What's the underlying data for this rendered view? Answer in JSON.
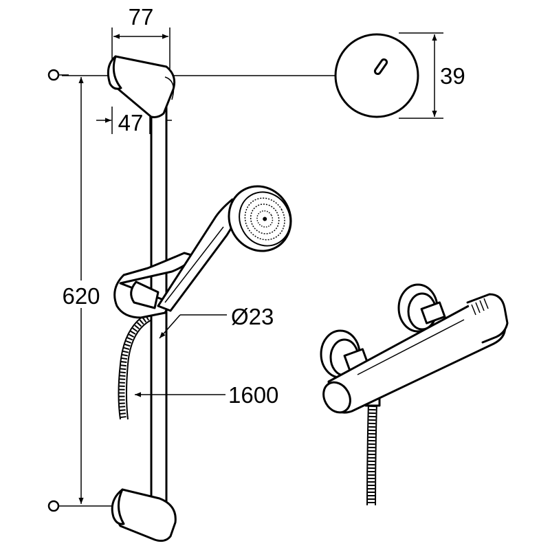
{
  "diagram": {
    "line_color": "#000000",
    "background": "#ffffff",
    "dimensions": {
      "bracket_width": "77",
      "bracket_depth": "47",
      "rose_diameter": "39",
      "rail_height": "620",
      "rail_diameter": "Ø23",
      "hose_length": "1600"
    },
    "icons": [
      "mounting-point-icon",
      "mounting-point-icon"
    ]
  }
}
